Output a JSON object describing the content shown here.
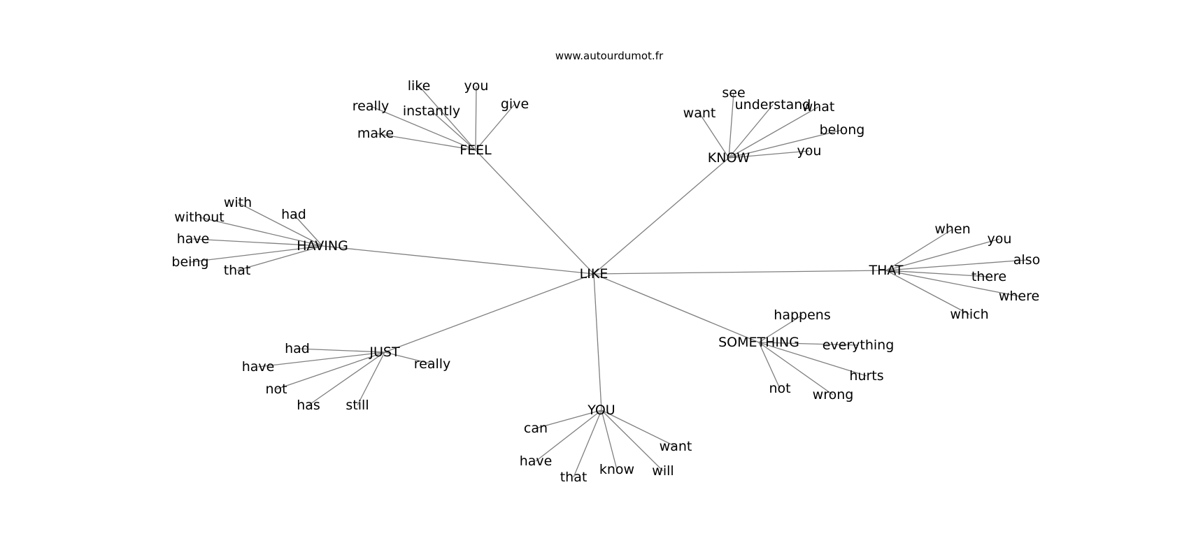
{
  "header": {
    "site": "www.autourdumot.fr"
  },
  "graph": {
    "center": "LIKE",
    "clusters": [
      {
        "hub": "FEEL",
        "leaves": [
          "like",
          "you",
          "really",
          "instantly",
          "give",
          "make"
        ]
      },
      {
        "hub": "KNOW",
        "leaves": [
          "see",
          "understand",
          "what",
          "want",
          "belong",
          "you"
        ]
      },
      {
        "hub": "HAVING",
        "leaves": [
          "with",
          "had",
          "without",
          "have",
          "being",
          "that"
        ]
      },
      {
        "hub": "THAT",
        "leaves": [
          "when",
          "you",
          "also",
          "there",
          "where",
          "which"
        ]
      },
      {
        "hub": "SOMETHING",
        "leaves": [
          "happens",
          "everything",
          "hurts",
          "not",
          "wrong"
        ]
      },
      {
        "hub": "JUST",
        "leaves": [
          "had",
          "have",
          "not",
          "has",
          "still",
          "really"
        ]
      },
      {
        "hub": "YOU",
        "leaves": [
          "can",
          "want",
          "have",
          "that",
          "know",
          "will"
        ]
      }
    ]
  }
}
